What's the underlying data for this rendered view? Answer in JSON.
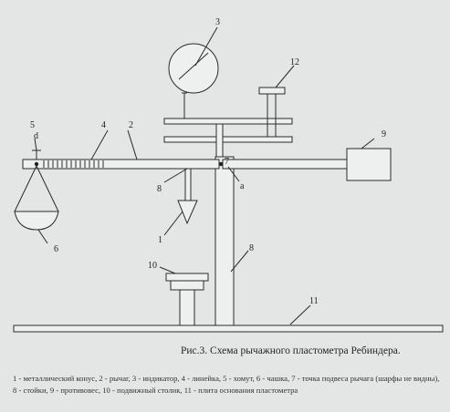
{
  "diagram": {
    "labels": {
      "l1": "1",
      "l2": "2",
      "l3": "3",
      "l4": "4",
      "l5": "5",
      "l6": "6",
      "l7": "7",
      "l8a": "8",
      "l8b": "8",
      "l9": "9",
      "l10": "10",
      "l11": "11",
      "l12": "12",
      "la": "a",
      "ld": "d"
    }
  },
  "caption": {
    "title": "Рис.3. Схема рычажного пластометра Ребиндера.",
    "legend_line_1": "1 - металлический конус, 2 - рычаг, 3 - индикатор, 4 - линейка, 5 - хомут, 6 - чашка, 7 - точка подвеса рычага (шарфы не видны),",
    "legend_line_2": "8 - стойки, 9 - противовес, 10 - подвижный столик, 11 - плита основания пластометра"
  }
}
